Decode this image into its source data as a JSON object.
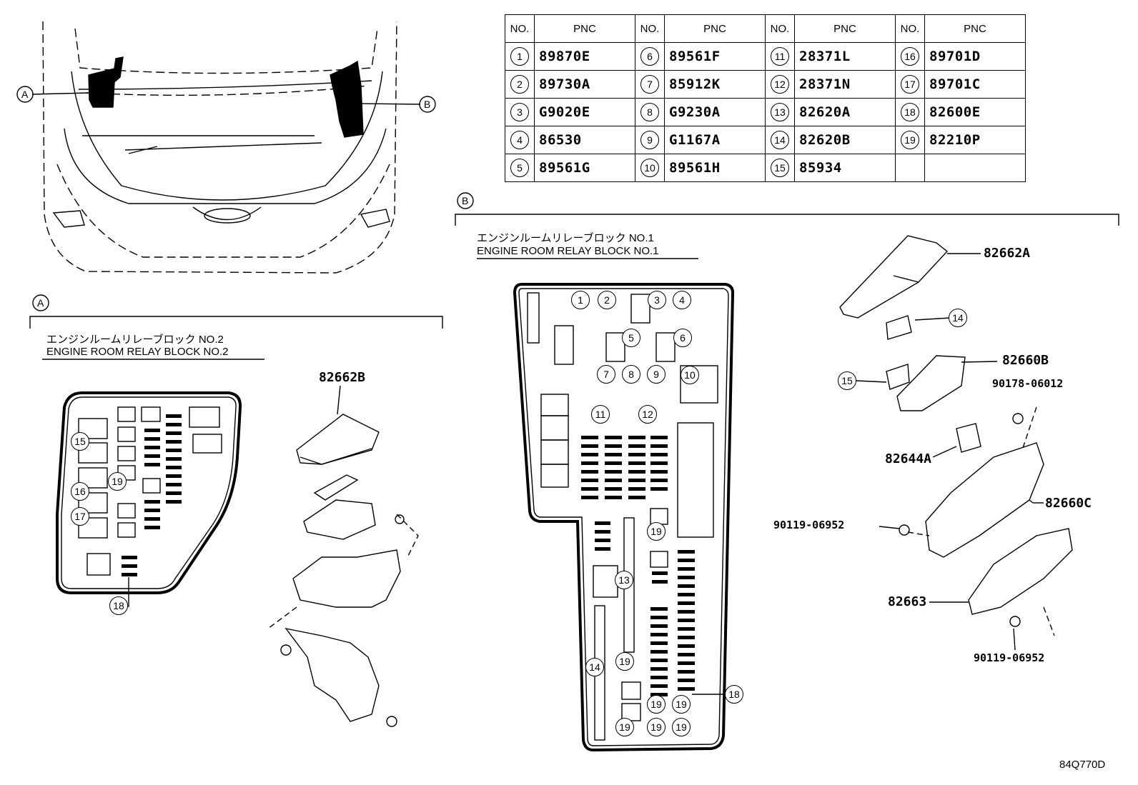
{
  "table": {
    "header_no": "NO.",
    "header_pnc": "PNC",
    "rows": [
      [
        {
          "no": "1",
          "pnc": "89870E"
        },
        {
          "no": "6",
          "pnc": "89561F"
        },
        {
          "no": "11",
          "pnc": "28371L"
        },
        {
          "no": "16",
          "pnc": "89701D"
        }
      ],
      [
        {
          "no": "2",
          "pnc": "89730A"
        },
        {
          "no": "7",
          "pnc": "85912K"
        },
        {
          "no": "12",
          "pnc": "28371N"
        },
        {
          "no": "17",
          "pnc": "89701C"
        }
      ],
      [
        {
          "no": "3",
          "pnc": "G9020E"
        },
        {
          "no": "8",
          "pnc": "G9230A"
        },
        {
          "no": "13",
          "pnc": "82620A"
        },
        {
          "no": "18",
          "pnc": "82600E"
        }
      ],
      [
        {
          "no": "4",
          "pnc": "86530"
        },
        {
          "no": "9",
          "pnc": "G1167A"
        },
        {
          "no": "14",
          "pnc": "82620B"
        },
        {
          "no": "19",
          "pnc": "82210P"
        }
      ],
      [
        {
          "no": "5",
          "pnc": "89561G"
        },
        {
          "no": "10",
          "pnc": "89561H"
        },
        {
          "no": "15",
          "pnc": "85934"
        },
        null
      ]
    ]
  },
  "section_a": {
    "marker": "A",
    "title_jp": "エンジンルームリレーブロック NO.2",
    "title_en": "ENGINE ROOM RELAY BLOCK NO.2",
    "part_cover": "82662B"
  },
  "section_b": {
    "marker": "B",
    "title_jp": "エンジンルームリレーブロック NO.1",
    "title_en": "ENGINE ROOM RELAY BLOCK NO.1",
    "parts": {
      "cover": "82662A",
      "block_upper": "82660B",
      "screw_top": "90178-06012",
      "cover_small": "82644A",
      "block_main": "82660C",
      "bolt_left": "90119-06952",
      "bracket": "82663",
      "bolt_bottom": "90119-06952"
    }
  },
  "diagram_code": "84Q770D"
}
